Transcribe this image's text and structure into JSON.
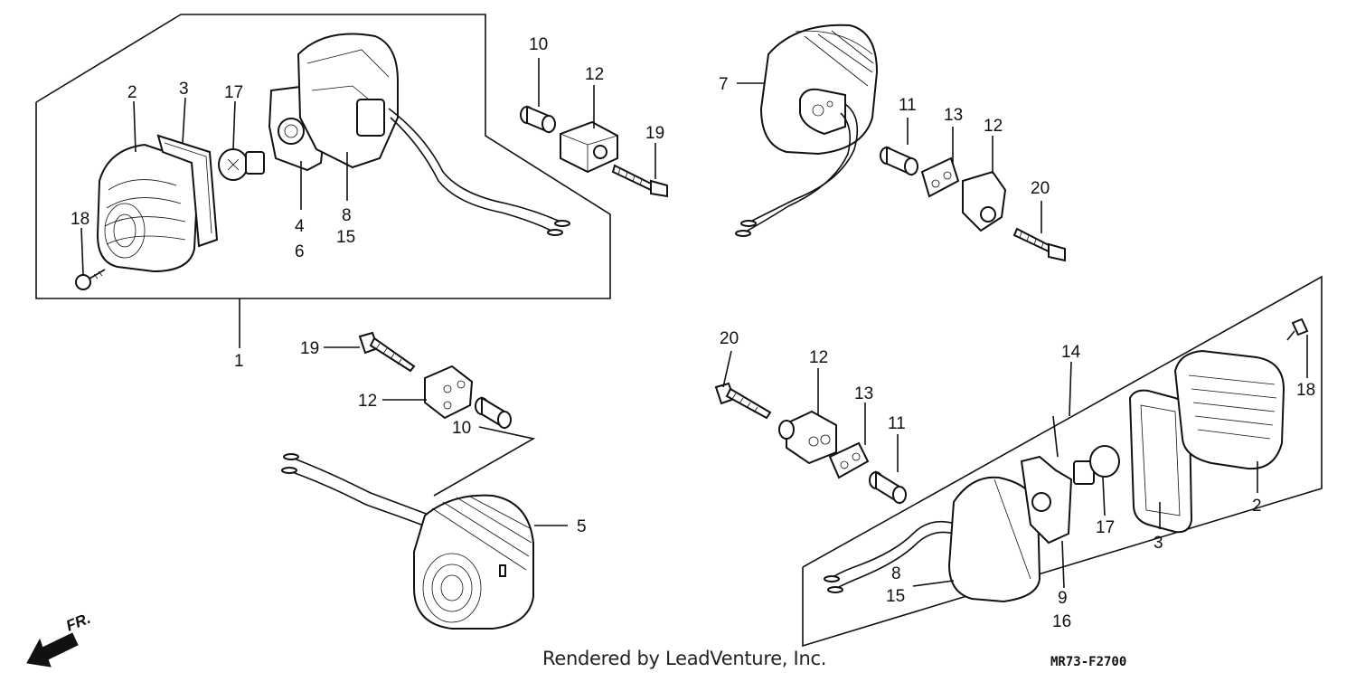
{
  "callouts": [
    {
      "id": "c2a",
      "text": "2"
    },
    {
      "id": "c3a",
      "text": "3"
    },
    {
      "id": "c17a",
      "text": "17"
    },
    {
      "id": "c18a",
      "text": "18"
    },
    {
      "id": "c4",
      "text": "4"
    },
    {
      "id": "c6",
      "text": "6"
    },
    {
      "id": "c8a",
      "text": "8"
    },
    {
      "id": "c15a",
      "text": "15"
    },
    {
      "id": "c10a",
      "text": "10"
    },
    {
      "id": "c12a",
      "text": "12"
    },
    {
      "id": "c19a",
      "text": "19"
    },
    {
      "id": "c1",
      "text": "1"
    },
    {
      "id": "c7",
      "text": "7"
    },
    {
      "id": "c11a",
      "text": "11"
    },
    {
      "id": "c13a",
      "text": "13"
    },
    {
      "id": "c12b",
      "text": "12"
    },
    {
      "id": "c20a",
      "text": "20"
    },
    {
      "id": "c19b",
      "text": "19"
    },
    {
      "id": "c12c",
      "text": "12"
    },
    {
      "id": "c10b",
      "text": "10"
    },
    {
      "id": "c5",
      "text": "5"
    },
    {
      "id": "c20b",
      "text": "20"
    },
    {
      "id": "c12d",
      "text": "12"
    },
    {
      "id": "c13b",
      "text": "13"
    },
    {
      "id": "c11b",
      "text": "11"
    },
    {
      "id": "c14",
      "text": "14"
    },
    {
      "id": "c18b",
      "text": "18"
    },
    {
      "id": "c2b",
      "text": "2"
    },
    {
      "id": "c17b",
      "text": "17"
    },
    {
      "id": "c3b",
      "text": "3"
    },
    {
      "id": "c9",
      "text": "9"
    },
    {
      "id": "c16",
      "text": "16"
    },
    {
      "id": "c8b",
      "text": "8"
    },
    {
      "id": "c15b",
      "text": "15"
    }
  ],
  "direction_label": "FR.",
  "credit": "Rendered by LeadVenture, Inc.",
  "diagram_code": "MR73-F2700",
  "colors": {
    "ink": "#111111",
    "background": "#ffffff"
  }
}
